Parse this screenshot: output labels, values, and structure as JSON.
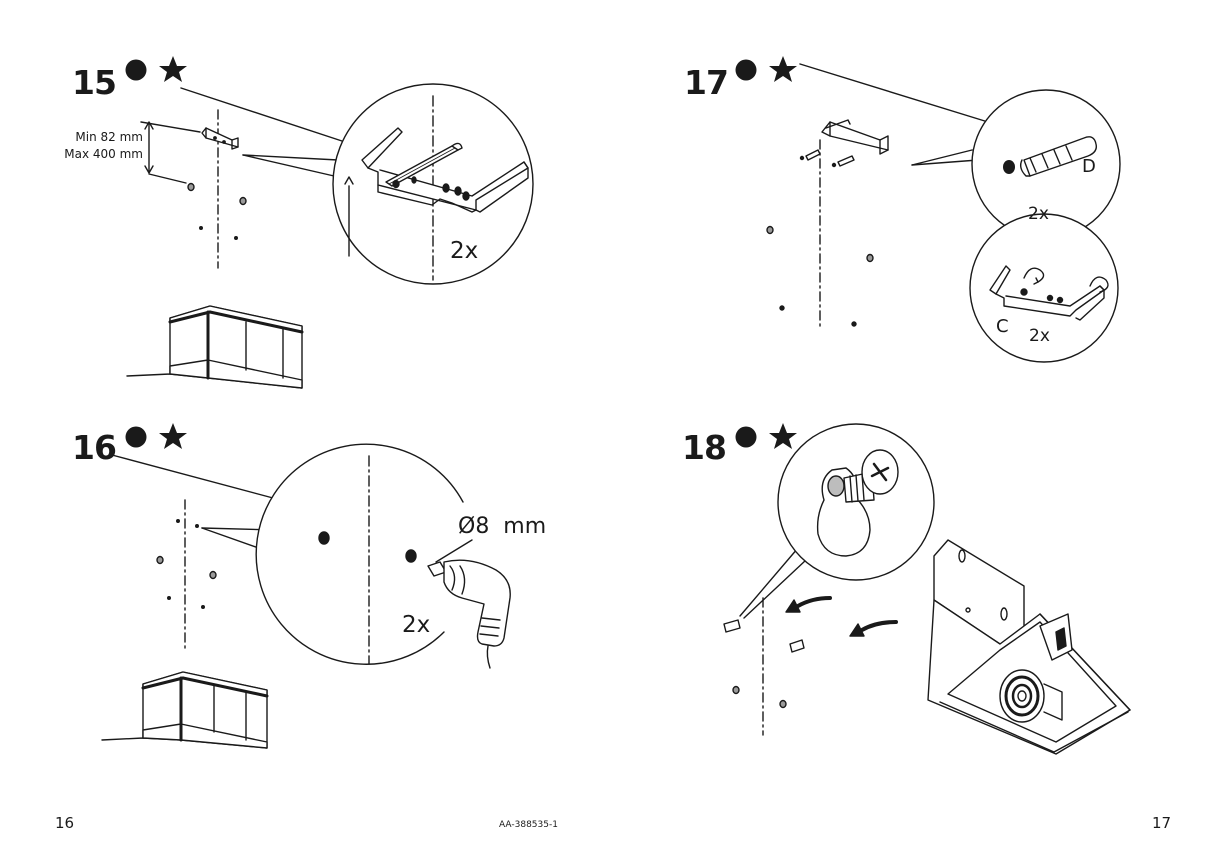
{
  "steps": [
    {
      "number": "15",
      "icons": [
        "dot-icon",
        "star-icon"
      ],
      "dimension_min": "Min 82 mm",
      "dimension_max": "Max 400 mm",
      "quantity": "2x"
    },
    {
      "number": "16",
      "icons": [
        "dot-icon",
        "star-icon"
      ],
      "drill_size": "Ø8  mm",
      "quantity": "2x"
    },
    {
      "number": "17",
      "icons": [
        "dot-icon",
        "star-icon"
      ],
      "part_d": "D",
      "quantity_d": "2x",
      "part_c": "C",
      "quantity_c": "2x"
    },
    {
      "number": "18",
      "icons": [
        "dot-icon",
        "star-icon"
      ]
    }
  ],
  "footer": {
    "left_page": "16",
    "doc_code": "AA-388535-1",
    "right_page": "17"
  },
  "colors": {
    "ink": "#1a1a1a",
    "paper": "#ffffff",
    "shade": "#bdbdbd"
  }
}
